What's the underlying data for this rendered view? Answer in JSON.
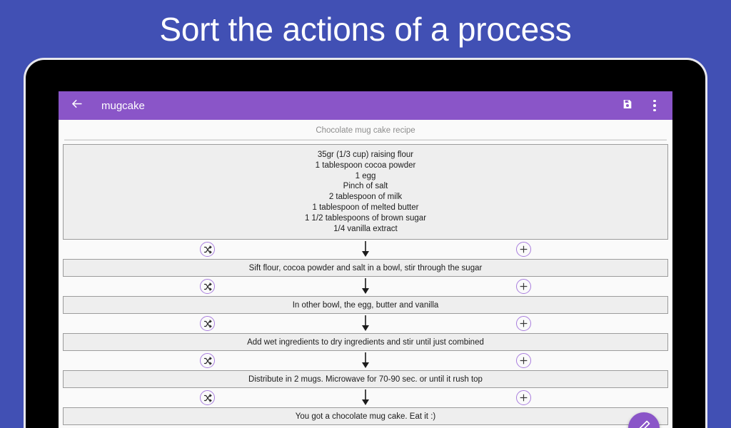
{
  "promo": {
    "headline": "Sort the actions of a process"
  },
  "appbar": {
    "back_icon": "arrow-left-icon",
    "title": "mugcake",
    "save_icon": "save-icon",
    "overflow_icon": "more-vertical-icon"
  },
  "colors": {
    "background": "#4150b4",
    "appbar": "#8a55c8",
    "accent": "#a97ede",
    "screen": "#fafafa",
    "box": "#eeeeee",
    "box_border": "#9c9c9c"
  },
  "content": {
    "recipe_title": "Chocolate mug cake recipe",
    "ingredients": [
      "35gr (1/3 cup) raising flour",
      "1 tablespoon cocoa powder",
      "1 egg",
      "Pinch of salt",
      "2 tablespoon of milk",
      "1 tablespoon of melted butter",
      "1 1/2 tablespoons of brown sugar",
      "1/4 vanilla extract"
    ],
    "connector": {
      "shuffle_icon": "shuffle-icon",
      "arrow_icon": "arrow-down-icon",
      "add_icon": "plus-circle-icon"
    },
    "steps": [
      "Sift flour, cocoa powder and salt in a bowl, stir through the sugar",
      "In other bowl, the egg, butter and vanilla",
      "Add wet ingredients to dry ingredients and stir until just combined",
      "Distribute in 2 mugs. Microwave for 70-90 sec. or until it rush top",
      "You got a chocolate mug cake. Eat it :)"
    ]
  },
  "fab": {
    "icon": "pencil-icon"
  }
}
